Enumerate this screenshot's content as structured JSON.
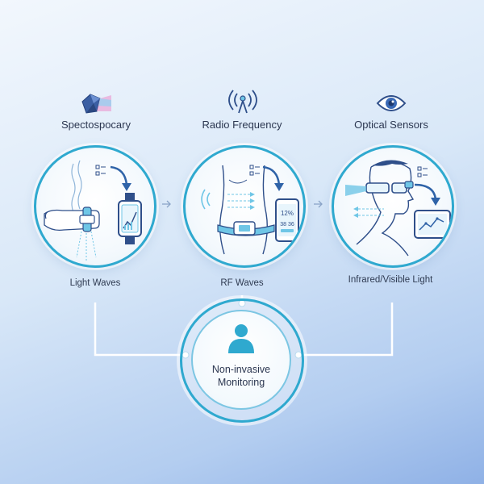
{
  "stages": [
    {
      "title": "Spectospocary",
      "caption": "Light Waves",
      "icon": "prism-icon"
    },
    {
      "title": "Radio Frequency",
      "caption": "RF Waves",
      "icon": "antenna-icon"
    },
    {
      "title": "Optical Sensors",
      "caption": "Infrared/Visible Light",
      "icon": "eye-icon"
    }
  ],
  "hub": {
    "label": "Non-invasive Monitoring",
    "icon": "person-icon"
  },
  "devices": {
    "phone_readout_top": "12%",
    "phone_readout_bottom": "38 36"
  },
  "colors": {
    "accent": "#2fa9cf",
    "line": "#ffffff",
    "icon_dark": "#2f4f8a",
    "icon_light": "#6fc6e6"
  }
}
